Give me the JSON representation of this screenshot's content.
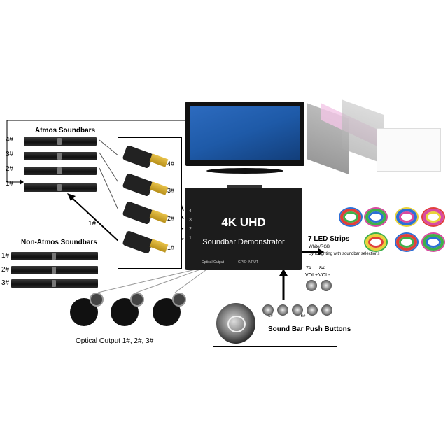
{
  "atmos": {
    "title": "Atmos Soundbars",
    "labels": [
      "4#",
      "3#",
      "2#",
      "1#"
    ],
    "link_label": "1#"
  },
  "non_atmos": {
    "title": "Non-Atmos Soundbars",
    "labels": [
      "1#",
      "2#",
      "3#"
    ]
  },
  "hdmi": {
    "labels": [
      "4#",
      "3#",
      "2#",
      "1#"
    ]
  },
  "device": {
    "title": "4K UHD",
    "subtitle": "Soundbar Demonstrator",
    "port_labels": [
      "4",
      "3",
      "2",
      "1"
    ],
    "optical_label": "Optical Output",
    "gpio_label": "GPIO INPUT"
  },
  "led": {
    "title": "7 LED Strips",
    "line1": "White/RGB",
    "line2": "Sync lighting with soundbar selections",
    "colors": [
      "#e0403a",
      "#3fb04a",
      "#2d6fd6",
      "#d94aa0",
      "#e8d23a"
    ]
  },
  "buttons": {
    "vol_up_num": "7#",
    "vol_down_num": "8#",
    "vol_up": "VOL+",
    "vol_down": "VOL-",
    "range": "1#--------------------6#",
    "title": "Sound Bar Push Buttons"
  },
  "optical": {
    "caption": "Optical Output 1#, 2#, 3#"
  },
  "colors": {
    "tv_screen": "#1e5aa8",
    "device": "#1c1c1c",
    "pink_bar": "#f2c6e6"
  }
}
